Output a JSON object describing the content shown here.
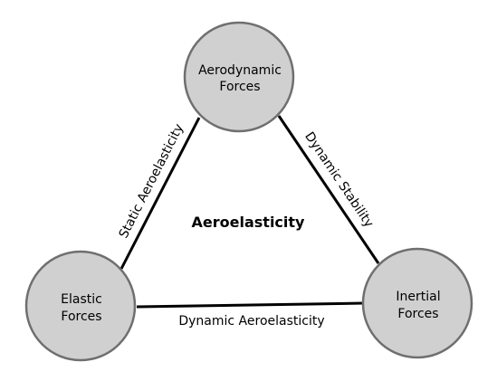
{
  "diagram": {
    "center_label": "Aeroelasticity",
    "nodes": {
      "aerodynamic": {
        "line1": "Aerodynamic",
        "line2": "Forces"
      },
      "elastic": {
        "line1": "Elastic",
        "line2": "Forces"
      },
      "inertial": {
        "line1": "Inertial",
        "line2": "Forces"
      }
    },
    "edges": {
      "static": "Static Aeroelasticity",
      "dynamic_stability": "Dynamic Stability",
      "dynamic_aeroelasticity": "Dynamic Aeroelasticity"
    }
  }
}
